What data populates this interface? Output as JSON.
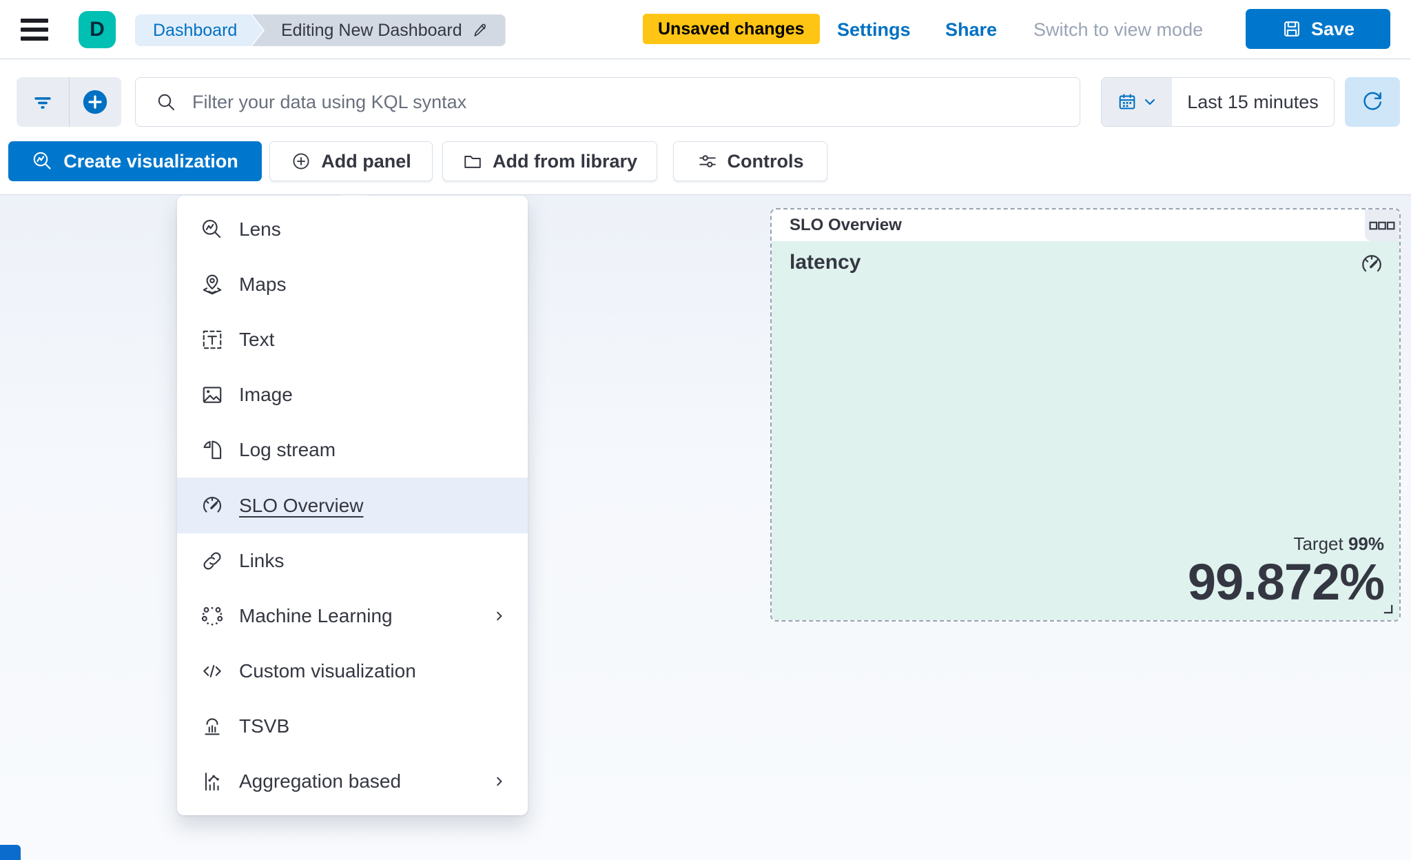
{
  "header": {
    "logo_letter": "D",
    "breadcrumbs": [
      {
        "label": "Dashboard"
      },
      {
        "label": "Editing New Dashboard"
      }
    ],
    "unsaved_badge": "Unsaved changes",
    "settings_label": "Settings",
    "share_label": "Share",
    "view_mode_label": "Switch to view mode",
    "save_label": "Save"
  },
  "search_bar": {
    "placeholder": "Filter your data using KQL syntax",
    "time_range": "Last 15 minutes"
  },
  "toolbar": {
    "create_visualization": "Create visualization",
    "add_panel": "Add panel",
    "add_from_library": "Add from library",
    "controls": "Controls"
  },
  "add_panel_menu": {
    "items": [
      {
        "label": "Lens",
        "icon": "lens-icon"
      },
      {
        "label": "Maps",
        "icon": "maps-icon"
      },
      {
        "label": "Text",
        "icon": "text-icon"
      },
      {
        "label": "Image",
        "icon": "image-icon"
      },
      {
        "label": "Log stream",
        "icon": "log-stream-icon"
      },
      {
        "label": "SLO Overview",
        "icon": "gauge-icon",
        "selected": true
      },
      {
        "label": "Links",
        "icon": "link-icon"
      },
      {
        "label": "Machine Learning",
        "icon": "machine-learning-icon",
        "submenu": true
      },
      {
        "label": "Custom visualization",
        "icon": "code-icon"
      },
      {
        "label": "TSVB",
        "icon": "tsvb-icon"
      },
      {
        "label": "Aggregation based",
        "icon": "aggregation-icon",
        "submenu": true
      }
    ]
  },
  "slo_panel": {
    "title": "SLO Overview",
    "metric_label": "latency",
    "target_label": "Target",
    "target_value": "99%",
    "value": "99.872%"
  },
  "icons": {
    "menu-icon": "hamburger",
    "edit-pencil-icon": "pencil",
    "save-icon": "floppy disk",
    "filter-icon": "funnel bars",
    "add-filter-icon": "plus in filled circle",
    "search-icon": "magnifier",
    "calendar-icon": "calendar",
    "chevron-down-icon": "chevron down",
    "refresh-icon": "circular arrow",
    "lens-icon": "magnifier with chart",
    "plus-circle-icon": "plus in circle outline",
    "folder-icon": "folder",
    "sliders-icon": "horizontal sliders",
    "gauge-icon": "speedometer",
    "panel-options-icon": "three squares",
    "resize-handle-icon": "corner bracket"
  },
  "colors": {
    "primary": "#0077cc",
    "link_blue": "#0071c2",
    "brand_teal": "#00bfb3",
    "warning_yellow": "#fec514",
    "text_dark": "#343741",
    "panel_mint": "#dff2ee",
    "menu_highlight": "#e7eef9",
    "canvas_bg": "#f2f6fb",
    "border_gray": "#d3dae6"
  }
}
